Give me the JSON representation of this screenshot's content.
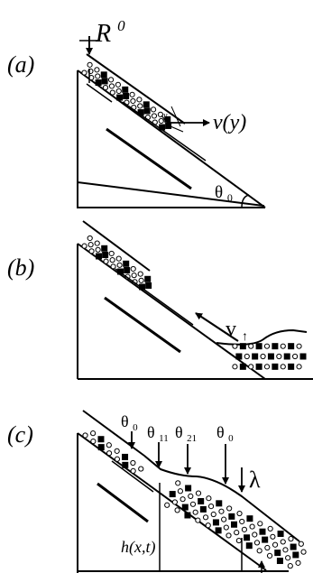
{
  "panels": [
    {
      "id": "a",
      "label": "(a)",
      "annotations": {
        "flux": "R",
        "flux_sup": "0",
        "velocity": "v(y)",
        "y": "y",
        "angle": "θ",
        "angle_sub": "0"
      }
    },
    {
      "id": "b",
      "label": "(b)",
      "annotations": {
        "velocity": "v",
        "velocity_arrow": "↑"
      }
    },
    {
      "id": "c",
      "label": "(c)",
      "annotations": {
        "angles": [
          {
            "base": "θ",
            "sub": "0"
          },
          {
            "base": "θ",
            "sub": "11"
          },
          {
            "base": "θ",
            "sub": "21"
          },
          {
            "base": "θ",
            "sub": "0"
          }
        ],
        "wavelength": "λ",
        "height": "h(x,t)"
      }
    }
  ],
  "colors": {
    "ink": "#000000",
    "background": "#ffffff"
  }
}
